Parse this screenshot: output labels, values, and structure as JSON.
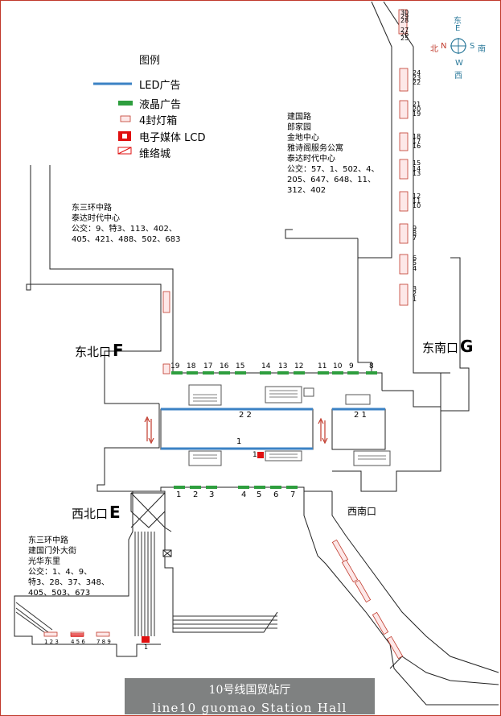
{
  "legend": {
    "title": "图例",
    "items": [
      {
        "label": "LED广告",
        "icon": "led-line-icon",
        "color": "#3b82c4"
      },
      {
        "label": "液晶广告",
        "icon": "lcd-strip-icon",
        "color": "#2e9e3e"
      },
      {
        "label": "4封灯箱",
        "icon": "lightbox-icon",
        "color": "#c0392b"
      },
      {
        "label": "电子媒体  LCD",
        "icon": "electronic-media-icon",
        "color": "#e01010"
      },
      {
        "label": "维络城",
        "icon": "vicity-icon",
        "color": "#e01010"
      }
    ]
  },
  "compass": {
    "east_zh": "东",
    "east": "E",
    "north_zh": "北",
    "north": "N",
    "south": "S",
    "south_zh": "南",
    "west": "W",
    "west_zh": "西"
  },
  "entrances": {
    "northeast": {
      "label": "东北口",
      "letter": "F"
    },
    "southeast": {
      "label": "东南口",
      "letter": "G"
    },
    "northwest": {
      "label": "西北口",
      "letter": "E"
    },
    "southwest": {
      "label": "西南口"
    }
  },
  "info": {
    "northeast": "东三环中路\n泰达时代中心\n公交：9、特3、113、402、\n405、421、488、502、683",
    "southeast": "建国路\n郎家园\n金地中心\n雅诗阁服务公寓\n泰达时代中心\n公交：57、1、502、4、\n205、647、648、11、\n312、402",
    "northwest": "东三环中路\n建国门外大街\n光华东里\n公交：1、4、9、\n特3、28、37、348、\n405、503、673"
  },
  "lcd_top_numbers": [
    "19",
    "18",
    "17",
    "16",
    "15",
    "14",
    "13",
    "12",
    "11",
    "10",
    "9",
    "8"
  ],
  "lcd_bottom_numbers": [
    "1",
    "2",
    "3",
    "4",
    "5",
    "6",
    "7"
  ],
  "led_labels": {
    "north_left": "2 2",
    "north_right": "2 1",
    "south": "1"
  },
  "media_label": "1",
  "right_corridor_numbers": [
    "30",
    "29",
    "28",
    "27",
    "26",
    "25",
    "24",
    "23",
    "22",
    "21",
    "20",
    "19",
    "18",
    "17",
    "16",
    "15",
    "14",
    "13",
    "12",
    "11",
    "10",
    "9",
    "8",
    "7",
    "6",
    "5",
    "4",
    "3",
    "2",
    "1"
  ],
  "bottom_left_boxes": {
    "group1": "1 2 3",
    "group2": "4 5 6",
    "group3": "7 8 9",
    "media": "1"
  },
  "title": {
    "zh": "10号线国贸站厅",
    "en": "line10 guomao  Station Hall"
  }
}
